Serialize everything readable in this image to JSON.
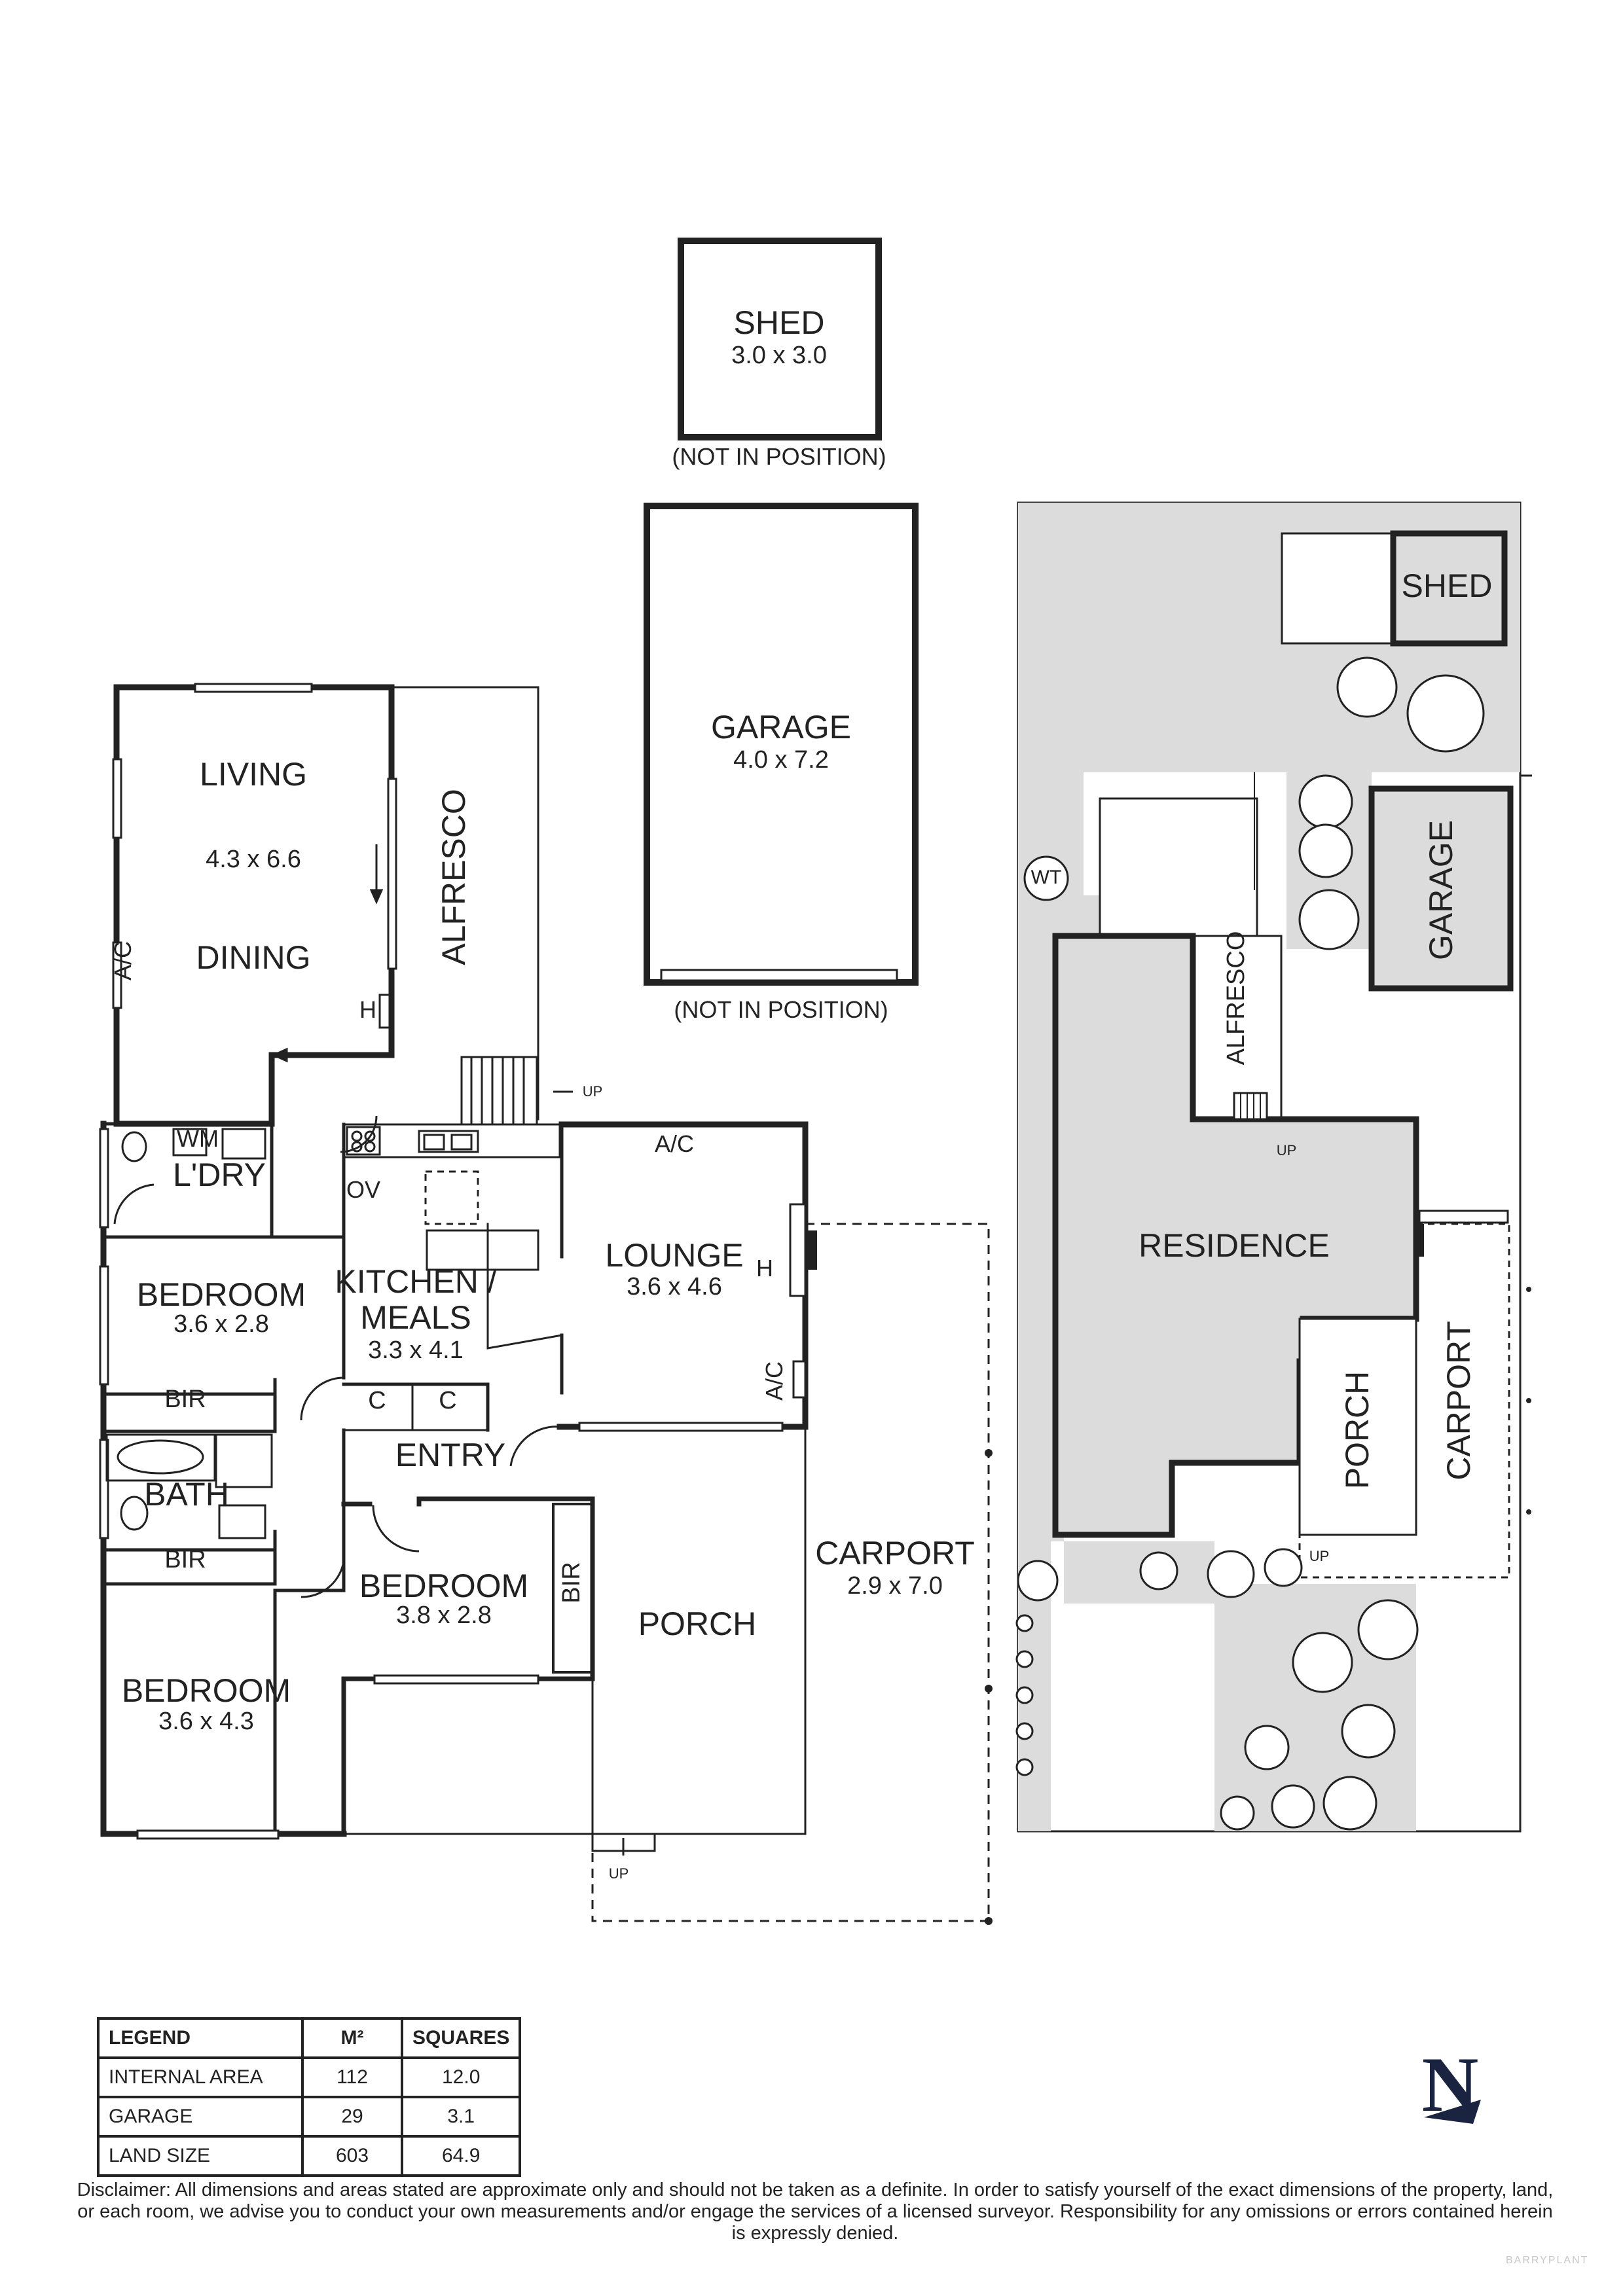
{
  "floor_plan": {
    "rooms": {
      "living": {
        "name": "LIVING",
        "dims": "4.3 x 6.6"
      },
      "dining": {
        "name": "DINING"
      },
      "alfresco": {
        "name": "ALFRESCO"
      },
      "wm": {
        "name": "WM"
      },
      "ldry": {
        "name": "L'DRY"
      },
      "bedroom1": {
        "name": "BEDROOM",
        "dims": "3.6 x 2.8"
      },
      "kitchen": {
        "name_line1": "KITCHEN /",
        "name_line2": "MEALS",
        "dims": "3.3 x 4.1"
      },
      "lounge": {
        "name": "LOUNGE",
        "dims": "3.6 x 4.6"
      },
      "bir1": {
        "name": "BIR"
      },
      "bath": {
        "name": "BATH"
      },
      "bir2": {
        "name": "BIR"
      },
      "entry": {
        "name": "ENTRY"
      },
      "bedroom2": {
        "name": "BEDROOM",
        "dims": "3.8 x 2.8"
      },
      "bir3": {
        "name": "BIR"
      },
      "porch": {
        "name": "PORCH"
      },
      "carport": {
        "name": "CARPORT",
        "dims": "2.9 x 7.0"
      },
      "bedroom3": {
        "name": "BEDROOM",
        "dims": "3.6 x 4.3"
      },
      "shed": {
        "name": "SHED",
        "dims": "3.0 x 3.0"
      },
      "garage": {
        "name": "GARAGE",
        "dims": "4.0 x 7.2"
      }
    },
    "not_in_position_shed": "(NOT IN POSITION)",
    "not_in_position_garage": "(NOT IN POSITION)",
    "symbols": {
      "ac1": "A/C",
      "ac2": "A/C",
      "ac3": "A/C",
      "heater1": "H",
      "heater2": "H",
      "oven": "OV",
      "cupboard1": "C",
      "cupboard2": "C",
      "up1": "UP",
      "up2": "UP"
    }
  },
  "site_plan": {
    "shed": "SHED",
    "garage": "GARAGE",
    "wt": "WT",
    "alfresco": "ALFRESCO",
    "residence": "RESIDENCE",
    "porch": "PORCH",
    "carport": "CARPORT",
    "up1": "UP",
    "up2": "UP"
  },
  "legend": {
    "headers": [
      "LEGEND",
      "M²",
      "SQUARES"
    ],
    "rows": [
      [
        "INTERNAL AREA",
        "112",
        "12.0"
      ],
      [
        "GARAGE",
        "29",
        "3.1"
      ],
      [
        "LAND SIZE",
        "603",
        "64.9"
      ]
    ]
  },
  "north_label": "N",
  "disclaimer": "Disclaimer: All dimensions and areas stated are approximate only and should not be taken as a definite. In order to satisfy yourself of the exact dimensions of the property, land, or each room, we advise you to conduct your own measurements and/or engage the services of a licensed surveyor. Responsibility for any omissions or errors contained herein is expressly denied.",
  "watermark": "BARRYPLANT",
  "colors": {
    "wall": "#222222",
    "site_fill": "#dcdcdc",
    "north_arrow": "#1a2340"
  }
}
